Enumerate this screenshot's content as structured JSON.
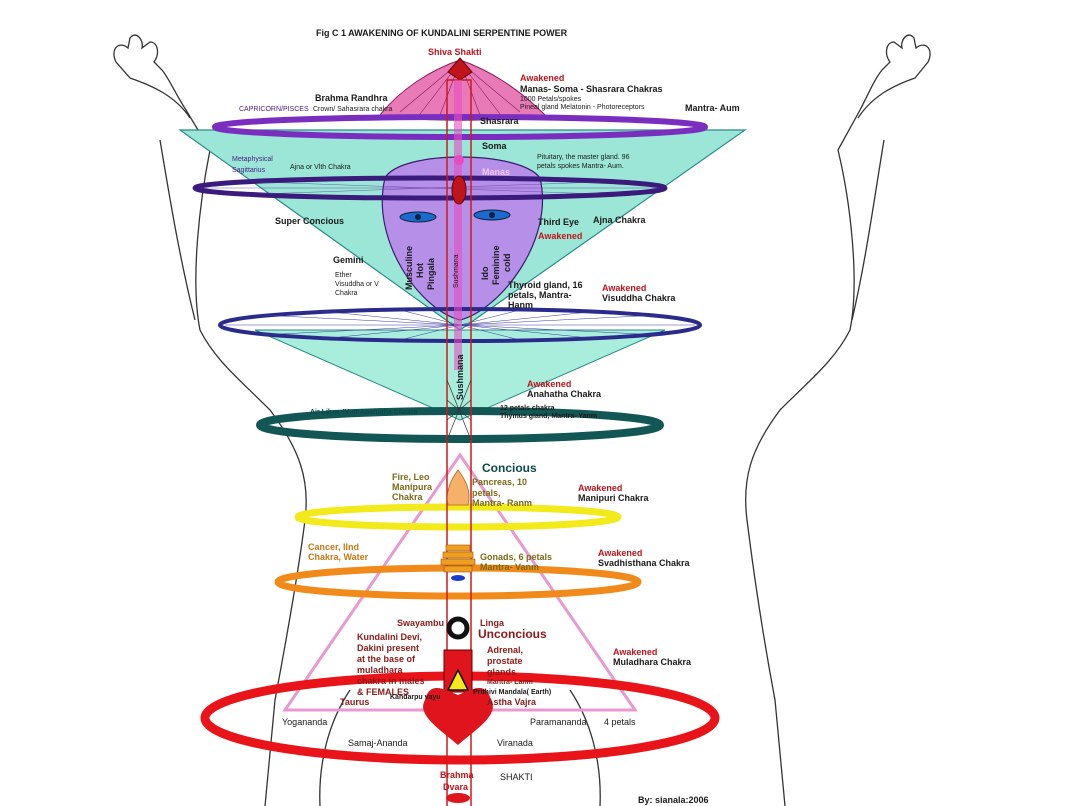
{
  "title": "Fig C 1 AWAKENING OF KUNDALINI SERPENTINE POWER",
  "credit": "By: sianala:2006",
  "labels": {
    "shiva_shakti": "Shiva Shakti",
    "awakened_crown": "Awakened",
    "crown_chakras": "Manas- Soma - Shasrara Chakras",
    "petals_1000": "1000 Petals/spokes",
    "pineal": "Pineal gland  Melatonin - Photoreceptors",
    "mantra_aum_crown": "Mantra- Aum",
    "brahma_randhra": "Brahma Randhra",
    "capricorn": "CAPRICORN/PISCES",
    "crown_sahasrara": "Crown/ Sahasrara chakra",
    "shasrara": "Shasrara",
    "soma": "Soma",
    "metaphysical": "Metaphysical",
    "sagittarius": "Sagittarius",
    "ajna_vith": "Ajna or Vlth Chakra",
    "pituitary_1": "Pituitary, the master gland. 96",
    "pituitary_2": "petals spokes Mantra- Aum.",
    "manas": "Manas",
    "super_concious": "Super Concious",
    "third_eye": "Third Eye",
    "ajna_chakra": "Ajna Chakra",
    "awakened_ajna": "Awakened",
    "gemini": "Gemini",
    "ether_1": "Ether",
    "ether_2": "Visuddha or V",
    "ether_3": "Chakra",
    "pingala": "Pingala",
    "hot": "Hot",
    "musculine": "Musculine",
    "sushmana_top": "Sushmana",
    "ida": "Ido",
    "feminine": "Feminine",
    "cold": "cold",
    "thyroid_1": "Thyroid gland, 16",
    "thyroid_2": "petals, Mantra-",
    "thyroid_3": "Hanm",
    "awakened_visuddha": "Awakened",
    "visuddha": "Visuddha Chakra",
    "sushmana_mid": "Sushmana",
    "awakened_anahatha": "Awakened",
    "anahatha": "Anahatha Chakra",
    "air_libra": "Air Libra, IV or Anahatha Chakra",
    "petals_12": "12 petals chakra",
    "thymus": "Thymus gland, Mantra- Yanm",
    "concious": "Concious",
    "fire_1": "Fire, Leo",
    "fire_2": "Manipura",
    "fire_3": "Chakra",
    "pancreas_1": "Pancreas, 10",
    "pancreas_2": "petals,",
    "pancreas_3": "Mantra- Ranm",
    "awakened_manipuri": "Awakened",
    "manipuri": "Manipuri Chakra",
    "cancer_1": "Cancer, IInd",
    "cancer_2": "Chakra, Water",
    "gonads_1": "Gonads, 6 petals",
    "gonads_2": "Mantra- Vanm",
    "awakened_svad": "Awakened",
    "svadhisthana": "Svadhisthana Chakra",
    "swayambu": "Swayambu",
    "linga": "Linga",
    "unconcious": "Unconcious",
    "kundalini_1": "Kundalini Devi,",
    "kundalini_2": "Dakini present",
    "kundalini_3": "at the base of",
    "kundalini_4": "muladhara",
    "kundalini_5": "chakra in males",
    "kundalini_6": "& FEMALES",
    "adrenal_1": "Adrenal,",
    "adrenal_2": "prostate",
    "adrenal_3": "glands",
    "adrenal_4": "Mantra- Lanm",
    "awakened_mula": "Awakened",
    "muladhara": "Muladhara Chakra",
    "prithivi": "Prithivi Mandala( Earth)",
    "kandarpu": "Kandarpu vayu",
    "taurus": "Taurus",
    "astha_vajra": "Astha Vajra",
    "yogananda": "Yogananda",
    "paramananda": "Paramananda",
    "petals_4": "4 petals",
    "samaj": "Samaj-Ananda",
    "viranada": "Viranada",
    "brahma": "Brahma",
    "dvara": "Dvara",
    "shakti": "SHAKTI"
  },
  "colors": {
    "crown_pink": "#e87ab8",
    "crown_purple": "#7a2ec0",
    "cone_cyan": "#9be6d6",
    "face_lilac": "#b68fe8",
    "visuddha_navy": "#2a2a8a",
    "anahatha_teal": "#135656",
    "manipura_yellow": "#f2ea1a",
    "svadhisthana_orange": "#f08a1a",
    "muladhara_red": "#e8141a",
    "triangle_pink": "#e89ad0",
    "sushmana_red": "#d01818"
  }
}
